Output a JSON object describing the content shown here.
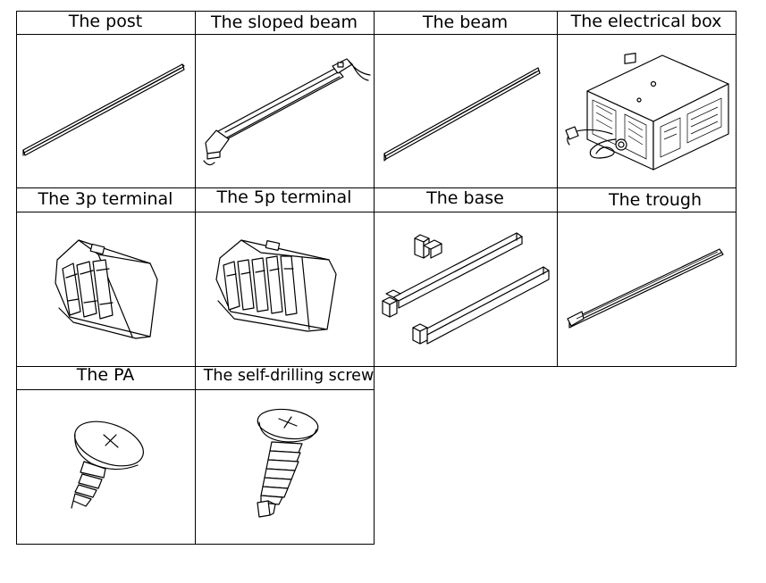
{
  "parts": [
    {
      "label": "The post",
      "icon": "post-icon"
    },
    {
      "label": "The sloped beam",
      "icon": "sloped-beam-icon"
    },
    {
      "label": "The beam",
      "icon": "beam-icon"
    },
    {
      "label": "The electrical box",
      "icon": "electrical-box-icon"
    },
    {
      "label": "The 3p terminal",
      "icon": "3p-terminal-icon"
    },
    {
      "label": "The 5p terminal",
      "icon": "5p-terminal-icon"
    },
    {
      "label": "The base",
      "icon": "base-icon"
    },
    {
      "label": "The trough",
      "icon": "trough-icon"
    },
    {
      "label": "The PA",
      "icon": "pa-screw-icon"
    },
    {
      "label": "The self-drilling screw",
      "icon": "self-drilling-screw-icon"
    }
  ]
}
